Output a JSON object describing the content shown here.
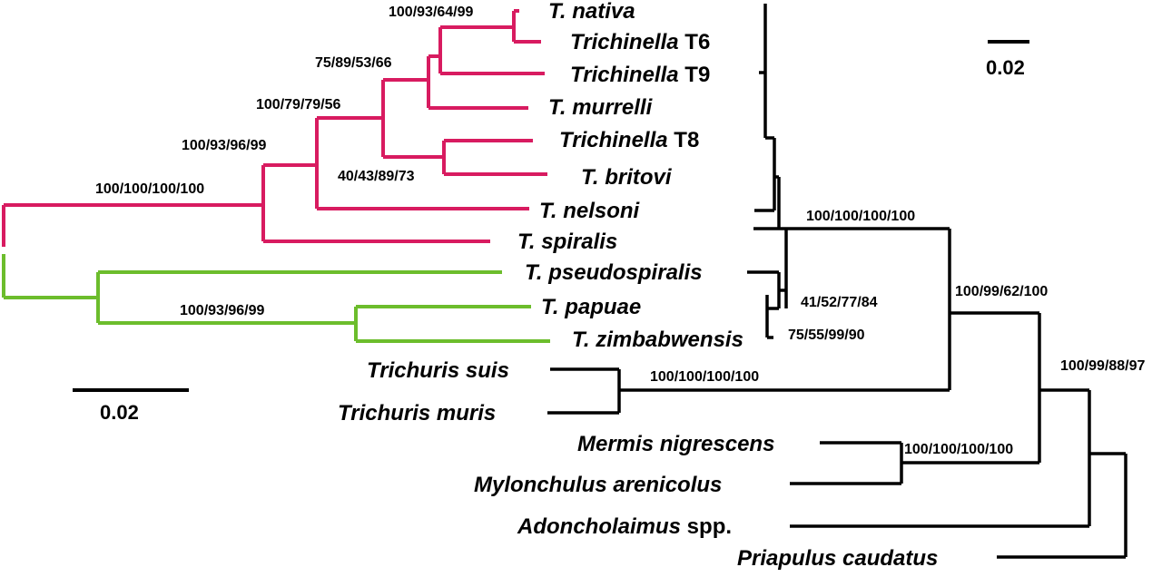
{
  "colors": {
    "trichinella_encapsulated": "#d81b60",
    "trichinella_nonencapsulated": "#6cbd2c",
    "outgroup": "#000000"
  },
  "taxa": {
    "nativa": {
      "italic": "T. nativa",
      "plain": ""
    },
    "t6": {
      "italic": "Trichinella",
      "plain": " T6"
    },
    "t9": {
      "italic": "Trichinella",
      "plain": " T9"
    },
    "murrelli": {
      "italic": "T. murrelli",
      "plain": ""
    },
    "t8": {
      "italic": "Trichinella",
      "plain": " T8"
    },
    "britovi": {
      "italic": "T. britovi",
      "plain": ""
    },
    "nelsoni": {
      "italic": "T. nelsoni",
      "plain": ""
    },
    "spiralis": {
      "italic": "T. spiralis",
      "plain": ""
    },
    "pseudospiralis": {
      "italic": "T. pseudospiralis",
      "plain": ""
    },
    "papuae": {
      "italic": "T. papuae",
      "plain": ""
    },
    "zimbabwensis": {
      "italic": "T. zimbabwensis",
      "plain": ""
    },
    "trichuris_suis": {
      "italic": "Trichuris suis",
      "plain": ""
    },
    "trichuris_muris": {
      "italic": "Trichuris muris",
      "plain": ""
    },
    "mermis": {
      "italic": "Mermis nigrescens",
      "plain": ""
    },
    "mylonchulus": {
      "italic": "Mylonchulus arenicolus",
      "plain": ""
    },
    "adoncholaimus": {
      "italic": "Adoncholaimus",
      "plain": " spp."
    },
    "priapulus": {
      "italic": "Priapulus caudatus",
      "plain": ""
    }
  },
  "support": {
    "nativa_t6": "100/93/64/99",
    "nativa_t9": "75/89/53/66",
    "inner_encapsulated": "100/79/79/56",
    "t8_britovi": "40/43/89/73",
    "encapsulated_spiralis": "100/93/96/99",
    "trichinella_root": "100/100/100/100",
    "papuae_zimbabwensis": "100/93/96/99",
    "trichinella_clade": "100/100/100/100",
    "trichinella_nonencap": "41/52/77/84",
    "papuae_zimbabwensis_right": "75/55/99/90",
    "trichuris": "100/100/100/100",
    "trichocephalida": "100/99/62/100",
    "mermis_mylonchulus": "100/100/100/100",
    "ingroup": "100/99/88/97"
  },
  "scale_bars": {
    "left": "0.02",
    "right": "0.02"
  }
}
